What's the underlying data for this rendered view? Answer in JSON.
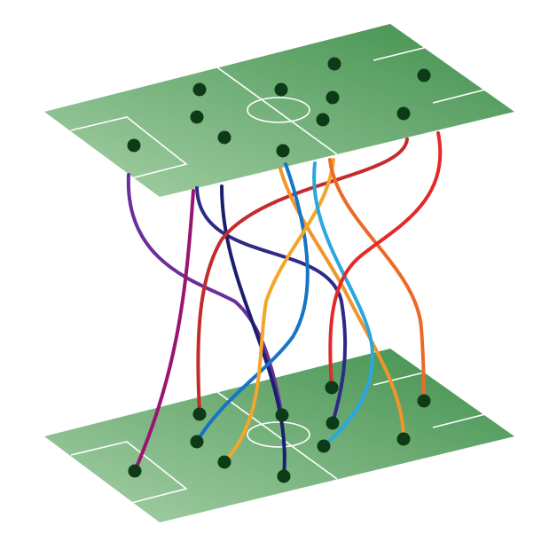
{
  "colors": {
    "pitch_light": "#a8d1a8",
    "pitch_dark": "#3f8f4c",
    "pitch_lines": "#ffffff",
    "player_dot": "#0d3b17",
    "background": "#ffffff"
  },
  "layers": [
    {
      "id": "top-pitch",
      "players": 11
    },
    {
      "id": "bottom-pitch",
      "players": 11
    }
  ],
  "connections": [
    {
      "id": "purple",
      "color": "#6b2f9a"
    },
    {
      "id": "magenta",
      "color": "#9b1570"
    },
    {
      "id": "indigo",
      "color": "#2e2a86"
    },
    {
      "id": "navy",
      "color": "#1c1f6e"
    },
    {
      "id": "red-a",
      "color": "#c42b2b"
    },
    {
      "id": "orange-a",
      "color": "#f0952a"
    },
    {
      "id": "blue",
      "color": "#1874c4"
    },
    {
      "id": "orange-b",
      "color": "#f3a629"
    },
    {
      "id": "skyblue",
      "color": "#2aa7df"
    },
    {
      "id": "orange-c",
      "color": "#ec6a28"
    },
    {
      "id": "red-b",
      "color": "#e32a2a"
    }
  ]
}
